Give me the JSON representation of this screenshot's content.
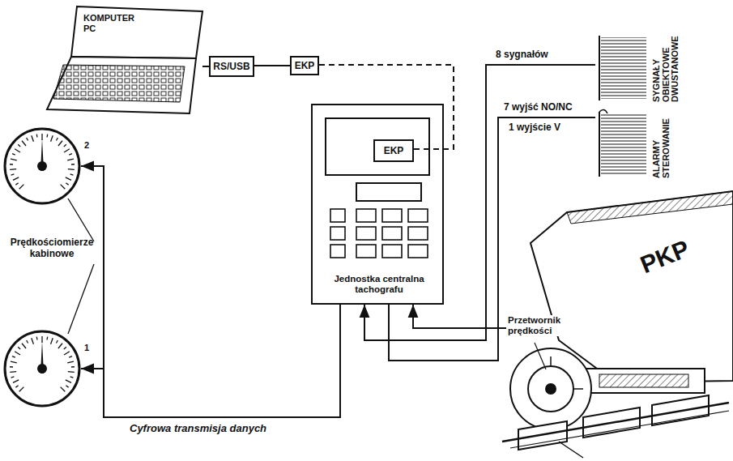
{
  "diagram": {
    "nodes": [
      {
        "text": [
          "KOMPUTER PC"
        ]
      },
      {
        "text": [
          "RS/USB"
        ]
      },
      {
        "text": [
          "EKP"
        ]
      },
      {
        "text": [
          "Jednostka centralna tachografu"
        ]
      },
      {
        "text": [
          "EKP"
        ],
        "in": 3
      },
      {
        "text": [
          "2"
        ]
      },
      {
        "text": [
          "1"
        ]
      },
      {
        "text": [
          "SYGNAŁY OBIEKTOWE DWUSTANOWE"
        ]
      },
      {
        "text": [
          "ALARMY STEROWANIE"
        ]
      },
      {
        "text": [
          "Przetwornik prędkości"
        ]
      }
    ],
    "edges": [
      {
        "from": 0,
        "to": 1,
        "arrow": "none"
      },
      {
        "from": 1,
        "to": 2,
        "arrow": "none"
      },
      {
        "from": 2,
        "to": 4,
        "arrow": "none"
      },
      {
        "from": 3,
        "to": 5,
        "arrow": "to"
      },
      {
        "from": 3,
        "to": 6,
        "arrow": "to",
        "label": "Cyfrowa transmisja danych"
      },
      {
        "from": 7,
        "to": 3,
        "arrow": "to",
        "label": "8 sygnałów"
      },
      {
        "from": 3,
        "to": 8,
        "arrow": "none",
        "label": "7 wyjść NO/NC"
      },
      {
        "from": 9,
        "to": 3,
        "arrow": "to"
      }
    ],
    "labels": [
      "Prędkościomierze kabinowe",
      "1 wyjście V",
      "PKP"
    ]
  }
}
